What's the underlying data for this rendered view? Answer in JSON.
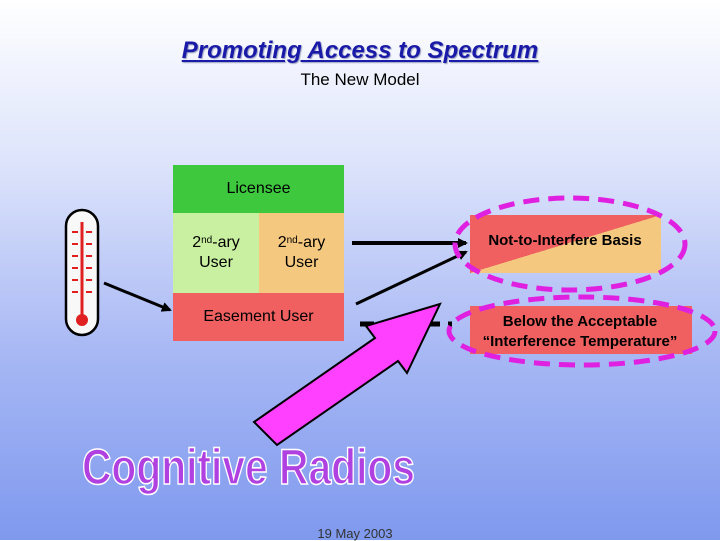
{
  "slide": {
    "title": "Promoting Access to Spectrum",
    "subtitle": "The New Model",
    "date": "19 May 2003"
  },
  "diagram": {
    "licensee": "Licensee",
    "secondary_user_prefix": "2",
    "secondary_user_sup": "nd",
    "secondary_user_suffix": "-ary",
    "secondary_user_line2": "User",
    "easement": "Easement User",
    "not_to_interfere": "Not-to-Interfere Basis",
    "below_acceptable_line1": "Below the Acceptable",
    "below_acceptable_line2": "“Interference Temperature”",
    "cognitive_radios": "Cognitive Radios"
  },
  "colors": {
    "licensee": "#3ec83e",
    "secondary_left": "#c8f0a0",
    "secondary_right": "#f5c880",
    "easement": "#f06060",
    "highlight_ellipse": "#e020e0",
    "pink_arrow": "#ff40ff"
  },
  "icons": [
    "thermometer-icon"
  ]
}
